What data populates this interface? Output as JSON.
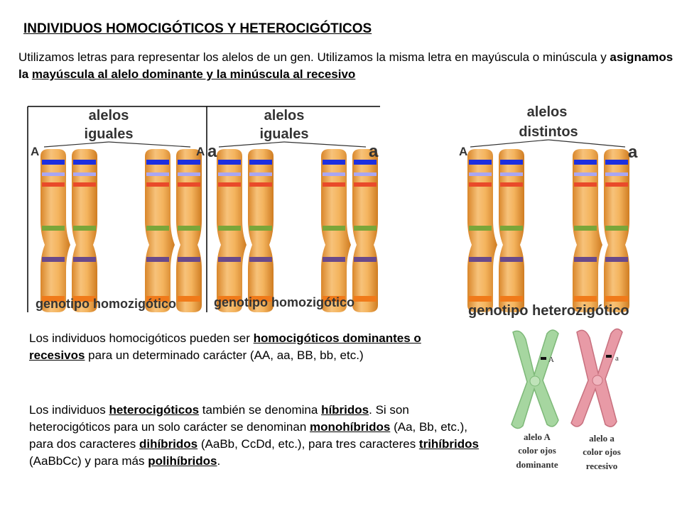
{
  "title": "INDIVIDUOS HOMOCIGÓTICOS Y HETEROCIGÓTICOS",
  "intro": {
    "t1": "Utilizamos letras para representar los alelos de un gen. Utilizamos la misma letra en mayúscula o minúscula y ",
    "t2": "asignamos la ",
    "t3": "mayúscula al alelo dominante y la minúscula al recesivo"
  },
  "figure": {
    "panel1": {
      "label_line1": "alelos",
      "label_line2": "iguales",
      "allele_left": "A",
      "allele_right": "A",
      "caption": "genotipo homozigótico"
    },
    "panel2": {
      "label_line1": "alelos",
      "label_line2": "iguales",
      "allele_left": "a",
      "allele_right": "a",
      "caption": "genotipo homozigótico"
    },
    "panel3": {
      "label_line1": "alelos",
      "label_line2": "distintos",
      "allele_left": "A",
      "allele_right": "a",
      "caption": "genotipo heterozigótico"
    }
  },
  "para1": {
    "t1": "Los individuos homocigóticos pueden ser ",
    "t2": "homocigóticos dominantes o recesivos",
    "t3": " para un determinado carácter (AA, aa, BB, bb, etc.)"
  },
  "para2": {
    "t1": "Los individuos ",
    "t2": "heterocigóticos",
    "t3": " también se denomina ",
    "t4": "híbridos",
    "t5": ". Si son heterocigóticos para un solo carácter se denominan ",
    "t6": "monohíbridos",
    "t7": " (Aa, Bb, etc.), para dos caracteres ",
    "t8": "dihíbridos",
    "t9": " (AaBb, CcDd, etc.), para tres caracteres ",
    "t10": "trihíbridos",
    "t11": " (AaBbCc) y para más ",
    "t12": "polihíbridos",
    "t13": "."
  },
  "eye_figure": {
    "green": {
      "allele": "A",
      "caption_1": "alelo A",
      "caption_2": "color ojos",
      "caption_3": "dominante"
    },
    "red": {
      "allele": "a",
      "caption_1": "alelo a",
      "caption_2": "color ojos",
      "caption_3": "recesivo"
    }
  },
  "colors": {
    "chromosome_fill": "#f2b25c",
    "chromosome_edge": "#d98a2a",
    "band_blue": "#1c2fe0",
    "band_lilac": "#a9a6f2",
    "band_red": "#e94a2a",
    "band_green": "#7aa63a",
    "band_purple": "#6a4a8a",
    "band_orange": "#f07a1a",
    "green_chromosome": "#a6d6a0",
    "red_chromosome": "#e89aa6"
  }
}
